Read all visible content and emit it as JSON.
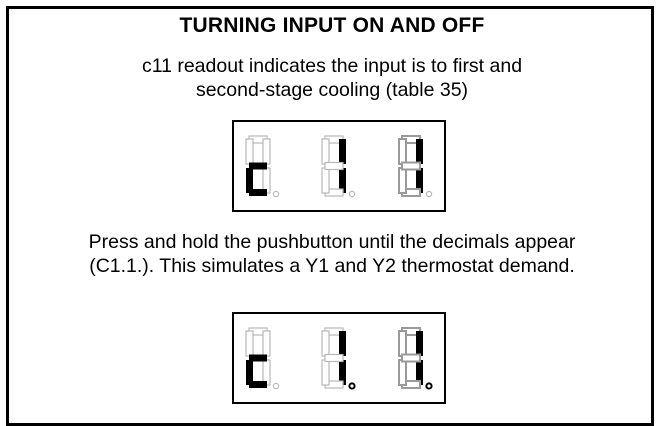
{
  "heading": "TURNING INPUT ON AND OFF",
  "intro": {
    "line1": "c11 readout indicates the input is to first and",
    "line2": "second-stage cooling (table 35)"
  },
  "instruction": {
    "line1": "Press and hold the pushbutton until the decimals appear",
    "line2": "(C1.1.). This simulates a Y1 and Y2 thermostat demand."
  },
  "displays": [
    {
      "name": "readout-before",
      "digits": [
        {
          "segments": [
            "d",
            "e",
            "g"
          ],
          "faint": "strong",
          "decimal": false
        },
        {
          "segments": [
            "b",
            "c"
          ],
          "faint": "strong",
          "decimal": false
        },
        {
          "segments": [
            "b",
            "c"
          ],
          "faint": "double",
          "decimal": false
        }
      ]
    },
    {
      "name": "readout-after",
      "digits": [
        {
          "segments": [
            "d",
            "e",
            "g"
          ],
          "faint": "strong",
          "decimal": false
        },
        {
          "segments": [
            "b",
            "c"
          ],
          "faint": "strong",
          "decimal": true
        },
        {
          "segments": [
            "b",
            "c"
          ],
          "faint": "double",
          "decimal": true
        }
      ]
    }
  ],
  "colors": {
    "lit": "#000000",
    "unlit": "#b8b8b8",
    "unlit_double": "#9a9a9a"
  }
}
